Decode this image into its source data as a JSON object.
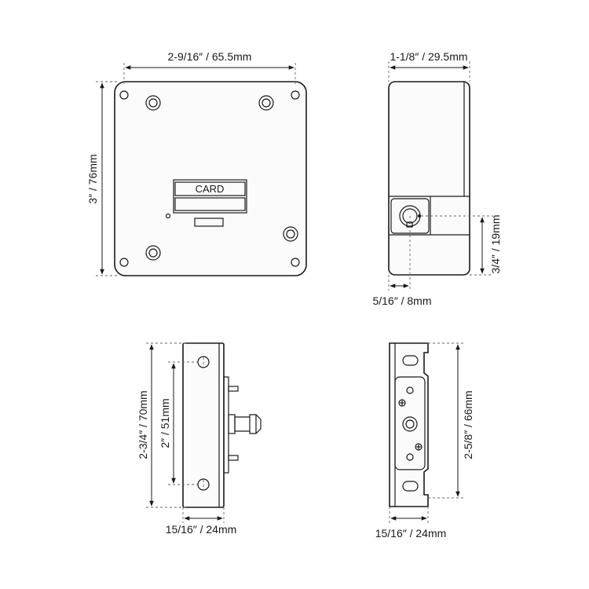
{
  "front_view": {
    "card_label": "CARD",
    "width_dim": "2-9/16″ / 65.5mm",
    "height_dim": "3″ / 76mm"
  },
  "side_view_top_right": {
    "depth_dim": "1-1/8″ / 29.5mm",
    "offset_dim": "5/16″ / 8mm",
    "height_dim": "3/4″ / 19mm"
  },
  "bottom_left_view": {
    "height_dim": "2-3/4″ / 70mm",
    "hole_spacing_dim": "2″ / 51mm",
    "width_dim": "15/16″ / 24mm"
  },
  "bottom_right_view": {
    "height_dim": "2-5/8″ / 66mm",
    "width_dim": "15/16″ / 24mm"
  }
}
